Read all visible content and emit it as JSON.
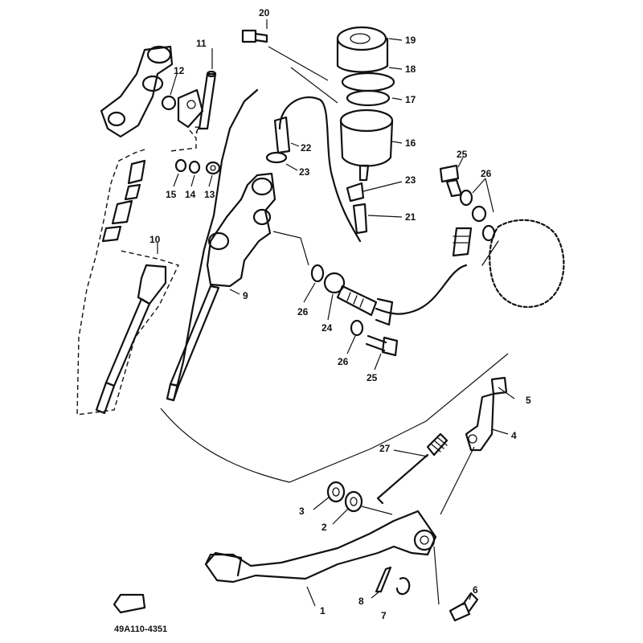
{
  "diagram": {
    "drawing_code": "49A110-4351",
    "labels": {
      "p1": "1",
      "p2": "2",
      "p3": "3",
      "p4": "4",
      "p5": "5",
      "p6": "6",
      "p7a": "7",
      "p7b": "7",
      "p8": "8",
      "p9": "9",
      "p10": "10",
      "p11": "11",
      "p12": "12",
      "p13": "13",
      "p14": "14",
      "p15": "15",
      "p16": "16",
      "p17": "17",
      "p18": "18",
      "p19": "19",
      "p20": "20",
      "p21": "21",
      "p22": "22",
      "p23a": "23",
      "p23b": "23",
      "p24": "24",
      "p25a": "25",
      "p25b": "25",
      "p26a": "26",
      "p26b": "26",
      "p26c": "26",
      "p27": "27"
    }
  }
}
